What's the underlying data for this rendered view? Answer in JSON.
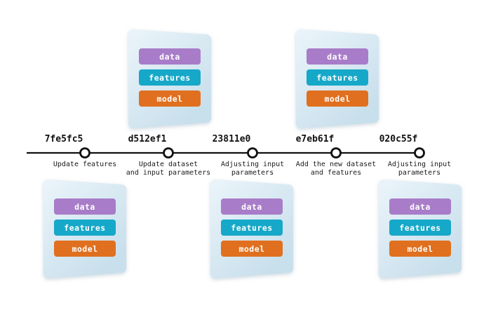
{
  "badges": [
    "data",
    "features",
    "model"
  ],
  "colors": {
    "badge_data": "#a87cc8",
    "badge_features": "#16a8c8",
    "badge_model": "#e0701f",
    "card_light": "#e9f3f9",
    "card_dark": "#c8dfec",
    "timeline": "#111111",
    "background": "#ffffff"
  },
  "timeline": {
    "nodes": [
      {
        "hash": "7fe5fc5",
        "caption": [
          "Update features"
        ]
      },
      {
        "hash": "d512ef1",
        "caption": [
          "Update dataset",
          "and input parameters"
        ]
      },
      {
        "hash": "23811e0",
        "caption": [
          "Adjusting input",
          "parameters"
        ]
      },
      {
        "hash": "e7eb61f",
        "caption": [
          "Add the new dataset",
          "and features"
        ]
      },
      {
        "hash": "020c55f",
        "caption": [
          "Adjusting input",
          "parameters"
        ]
      }
    ]
  }
}
